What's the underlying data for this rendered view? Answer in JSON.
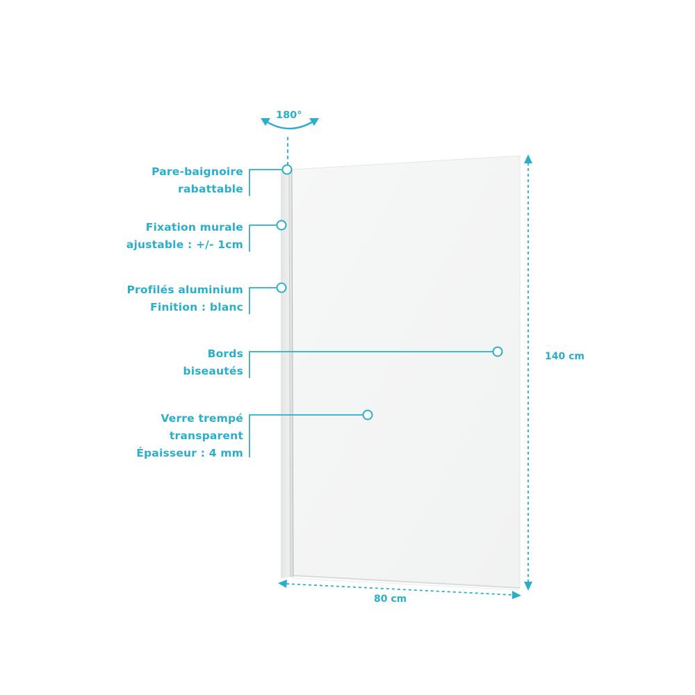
{
  "accent_color": "#2aaecb",
  "rotation": {
    "label": "180°"
  },
  "callouts": [
    {
      "id": "pare-baignoire",
      "lines": [
        "Pare-baignoire",
        "rabattable"
      ]
    },
    {
      "id": "fixation",
      "lines": [
        "Fixation murale",
        "ajustable : +/- 1cm"
      ]
    },
    {
      "id": "profiles",
      "lines": [
        "Profilés aluminium",
        "Finition : blanc"
      ]
    },
    {
      "id": "bords",
      "lines": [
        "Bords",
        "biseautés"
      ]
    },
    {
      "id": "verre",
      "lines": [
        "Verre trempé",
        "transparent",
        "Épaisseur : 4 mm"
      ]
    }
  ],
  "dimensions": {
    "height": "140 cm",
    "width": "80 cm"
  }
}
